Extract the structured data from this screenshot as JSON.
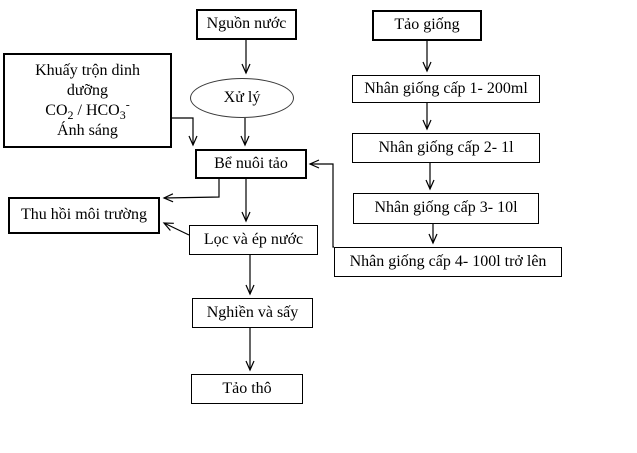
{
  "colors": {
    "background": "#ffffff",
    "line": "#000000",
    "text": "#000000"
  },
  "nodes": {
    "water_source": "Nguồn nước",
    "algae_seed": "Tảo giống",
    "treatment": "Xử lý",
    "mixing": {
      "line1": "Khuấy trộn dinh",
      "line2": "dưỡng",
      "formula": {
        "pre": "CO",
        "sub1": "2",
        "mid": " / HCO",
        "sub2": "3",
        "sup": "-"
      },
      "line4": "Ánh sáng"
    },
    "culture_tank": "Bể nuôi tảo",
    "medium_recovery": "Thu hồi môi trường",
    "filter_press": "Lọc và ép nước",
    "grind_dry": "Nghiền và sấy",
    "raw_algae": "Tảo thô",
    "scale_1": "Nhân giống cấp 1- 200ml",
    "scale_2": "Nhân giống cấp 2- 1l",
    "scale_3": "Nhân giống cấp 3- 10l",
    "scale_4": "Nhân giống cấp 4- 100l trở lên"
  },
  "edges": [
    {
      "from": "water_source",
      "to": "treatment"
    },
    {
      "from": "treatment",
      "to": "culture_tank"
    },
    {
      "from": "mixing",
      "to": "culture_tank"
    },
    {
      "from": "algae_seed",
      "to": "scale_1"
    },
    {
      "from": "scale_1",
      "to": "scale_2"
    },
    {
      "from": "scale_2",
      "to": "scale_3"
    },
    {
      "from": "scale_3",
      "to": "scale_4"
    },
    {
      "from": "scale_4",
      "to": "culture_tank"
    },
    {
      "from": "culture_tank",
      "to": "medium_recovery"
    },
    {
      "from": "culture_tank",
      "to": "filter_press"
    },
    {
      "from": "filter_press",
      "to": "medium_recovery"
    },
    {
      "from": "filter_press",
      "to": "grind_dry"
    },
    {
      "from": "grind_dry",
      "to": "raw_algae"
    }
  ]
}
